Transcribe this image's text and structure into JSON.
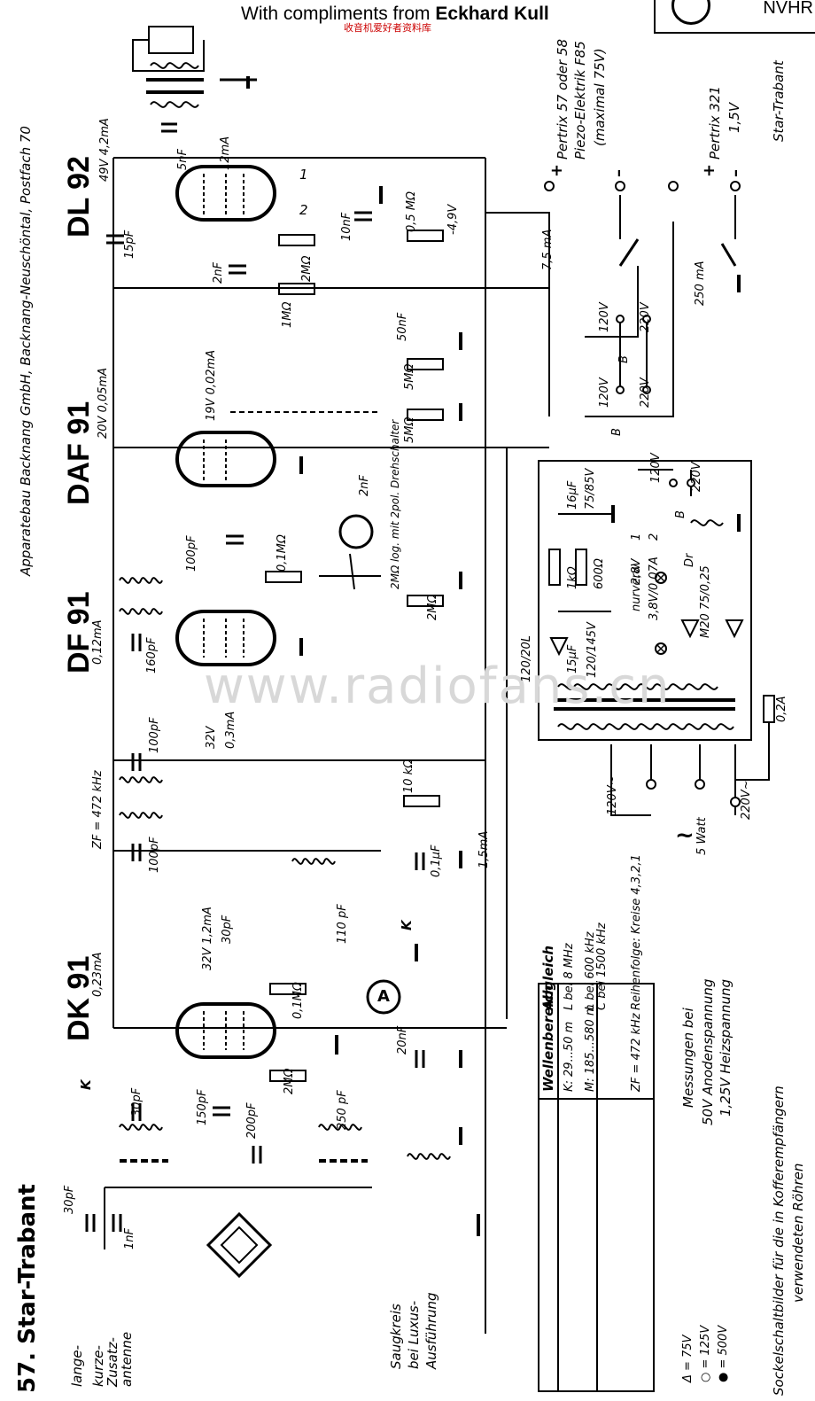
{
  "header": {
    "prefix": "With compliments from",
    "author": "Eckhard Kull",
    "chinese": "收音机爱好者资料库",
    "stamp": "NVHR"
  },
  "watermark": "www.radiofans.cn",
  "page": {
    "number": "57.",
    "model": "Star-Trabant",
    "model_right": "Star-Trabant",
    "manufacturer": "Apparatebau Backnang GmbH, Backnang-Neuschöntal, Postfach 70"
  },
  "tubes": {
    "dl92": "DL 92",
    "daf91": "DAF 91",
    "df91": "DF 91",
    "dk91": "DK 91"
  },
  "antenna": {
    "lange": "lange-",
    "kurze": "kurze-",
    "zusatz": "Zusatz-",
    "antenne": "antenne",
    "c_30pF": "30pF",
    "c_1nF": "1nF"
  },
  "saugkreis": {
    "l1": "Saugkreis",
    "l2": "bei Luxus-",
    "l3": "Ausführung"
  },
  "components": {
    "dk91_k": "K",
    "dk91_30pF_in": "30pF",
    "dk91_150pF": "150pF",
    "dk91_200pF": "200pF",
    "dk91_2MO": "2MΩ",
    "dk91_250pF": "250 pF",
    "dk91_20nF": "20nF",
    "dk91_01MO": "0,1MΩ",
    "dk91_023mA": "0,23mA",
    "dk91_32V12mA": "32V 1,2mA",
    "dk91_30pF": "30pF",
    "osc_110pF": "110 pF",
    "osc_K": "K",
    "meter_A": "A",
    "zf_label": "ZF = 472 kHz",
    "zf_100pF_a": "100pF",
    "zf_100pF_b": "100pF",
    "df91_012mA": "0,12mA",
    "df91_160pF": "160pF",
    "df91_32V": "32V",
    "df91_03mA": "0,3mA",
    "r_10kO": "10 kΩ",
    "c_01uF": "0,1µF",
    "i_15mA": "1,5mA",
    "daf91_100pF": "100pF",
    "daf91_01MO": "0,1MΩ",
    "daf91_2nF": "2nF",
    "pot": "2MΩ log. mit 2pol. Drehschalter",
    "daf91_2MO": "2MΩ",
    "daf91_20V": "20V 0,05mA",
    "daf91_19V": "19V 0,02mA",
    "daf91_5MO_a": "5MΩ",
    "daf91_5MO_b": "5MΩ",
    "daf91_50nF": "50nF",
    "dl92_15pF": "15pF",
    "dl92_49V": "49V 4,2mA",
    "dl92_5nF": "5nF",
    "dl92_12mA": "12mA",
    "dl92_2nF": "2nF",
    "dl92_2MO": "2MΩ",
    "dl92_1MO": "1MΩ",
    "dl92_10nF": "10nF",
    "dl92_05MO": "0,5 MΩ",
    "dl92_m49V": "-4,9V",
    "pin1": "1",
    "pin2": "2",
    "i_75mA": "7,5 mA"
  },
  "batteries": {
    "plus": "+",
    "minus": "–",
    "pertrix57": "Pertrix 57 oder 58",
    "piezo": "Piezo-Elektrik F85",
    "piezo_max": "(maximal 75V)",
    "pertrix321": "Pertrix 321",
    "v15": "1,5V",
    "i_250mA": "250 mA"
  },
  "power": {
    "v120": "120V",
    "v220": "220V",
    "B": "B",
    "c_16uF": "16µF",
    "c_16uF_rating": "75/85V",
    "r_1kO": "1kΩ",
    "r_600O": "600Ω",
    "c_15uF": "15µF",
    "c_15uF_rating": "120/145V",
    "choke": "120/20L",
    "nurverw": "nurverw.",
    "lamp": "3,8V/0,07A",
    "v28": "2,8V",
    "sw1": "1",
    "sw2": "2",
    "rect": "M20 75/0,25",
    "dr": "Dr",
    "fuse": "0,2A",
    "mains120": "120V~",
    "mains220": "220V~",
    "watt": "5 Watt",
    "tilde": "~"
  },
  "table": {
    "headers": [
      "Wellenbereich",
      "Abgleich"
    ],
    "rows": [
      [
        "K: 29...50 m",
        "L bei 8 MHz"
      ],
      [
        "M: 185...580 m",
        "L bei 600 kHz\nC bei 1500 kHz"
      ],
      [
        "ZF = 472 kHz",
        "Reihenfolge: Kreise 4,3,2,1"
      ]
    ]
  },
  "legend": {
    "tri": "Δ = 75V",
    "circle": "○ = 125V",
    "dot": "● = 500V"
  },
  "notes": {
    "messungen": "Messungen bei",
    "anode": "50V Anodenspannung",
    "heiz": "1,25V Heizspannung",
    "sockel1": "Sockelschaltbilder für die in Kofferempfängern",
    "sockel2": "verwendeten Röhren"
  }
}
